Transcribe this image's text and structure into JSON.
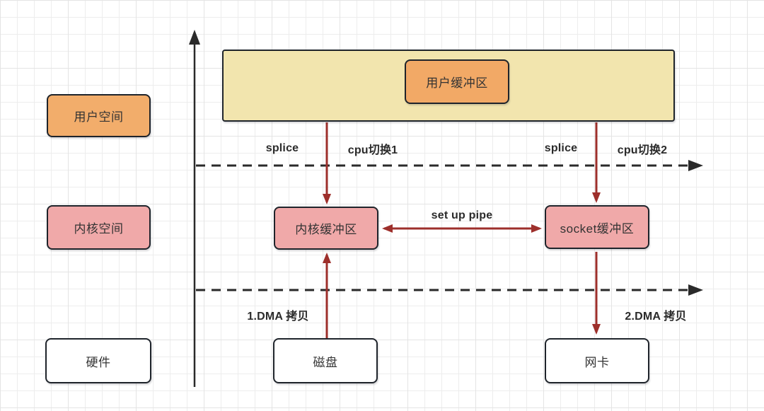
{
  "layers": {
    "user_space": "用户空间",
    "kernel_space": "内核空间",
    "hardware": "硬件"
  },
  "nodes": {
    "user_buffer": "用户缓冲区",
    "kernel_buffer": "内核缓冲区",
    "socket_buffer": "socket缓冲区",
    "disk": "磁盘",
    "nic": "网卡"
  },
  "edge_labels": {
    "splice_left": "splice",
    "cpu_switch_1": "cpu切换1",
    "splice_right": "splice",
    "cpu_switch_2": "cpu切换2",
    "set_up_pipe": "set up pipe",
    "dma_copy_1": "1.DMA 拷贝",
    "dma_copy_2": "2.DMA 拷贝"
  },
  "colors": {
    "user_space_fill": "#f2ad6b",
    "user_buffer_fill": "#f2a966",
    "user_space_container_fill": "#f2e5ae",
    "kernel_fill": "#f0a9a9",
    "hardware_fill": "#ffffff",
    "arrow_red": "#9d2f2b",
    "line_black": "#2a2a2a",
    "node_border": "#1f242b"
  }
}
